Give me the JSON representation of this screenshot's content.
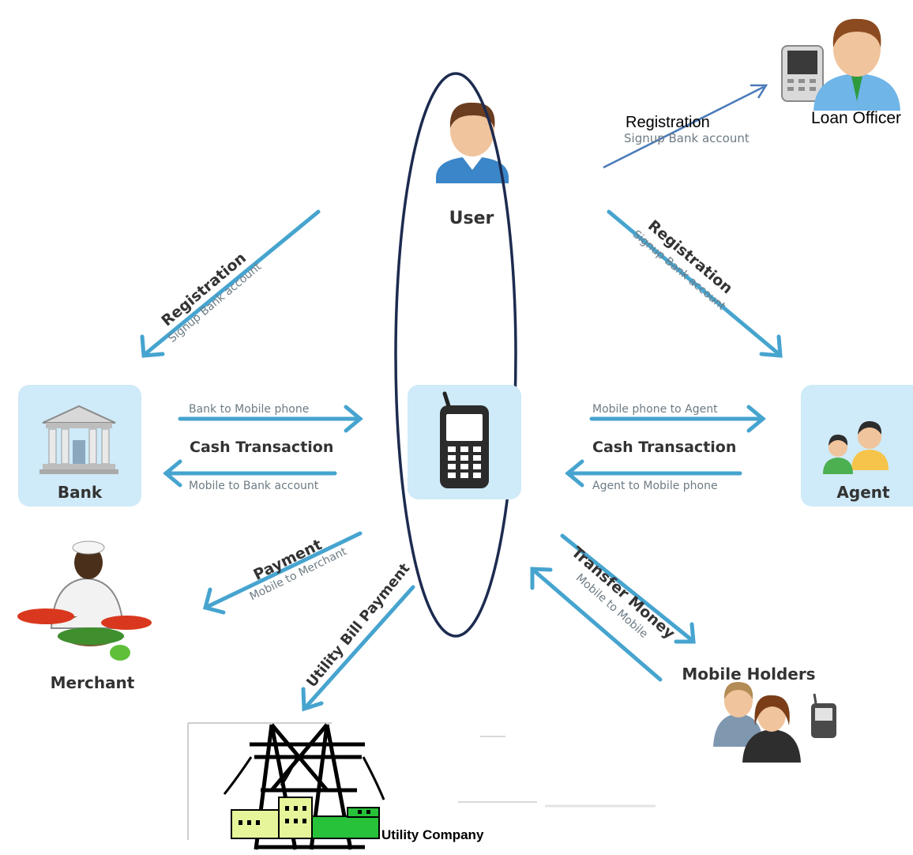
{
  "nodes": {
    "user": "User",
    "loan_officer": "Loan Officer",
    "bank": "Bank",
    "agent": "Agent",
    "merchant": "Merchant",
    "mobile_holders": "Mobile Holders",
    "utility_company": "Utility Company"
  },
  "edges": {
    "loan_officer_title": "Registration",
    "loan_officer_sub": "Signup Bank account",
    "bank_reg_title": "Registration",
    "bank_reg_sub": "Signup Bank account",
    "agent_reg_title": "Registration",
    "agent_reg_sub": "Signup Bank account",
    "bank_to_mobile": "Bank to Mobile phone",
    "bank_cash": "Cash Transaction",
    "mobile_to_bank": "Mobile to Bank account",
    "mobile_to_agent": "Mobile phone to Agent",
    "agent_cash": "Cash Transaction",
    "agent_to_mobile": "Agent to Mobile phone",
    "payment_title": "Payment",
    "payment_sub": "Mobile to Merchant",
    "utility_title": "Utility Bill Payment",
    "transfer_title": "Transfer Money",
    "transfer_sub": "Mobile to Mobile"
  },
  "colors": {
    "arrow": "#46a4cf",
    "thin_arrow": "#4a7ab8",
    "ellipse": "#1c2b4f",
    "tile": "#cfeaf8"
  }
}
